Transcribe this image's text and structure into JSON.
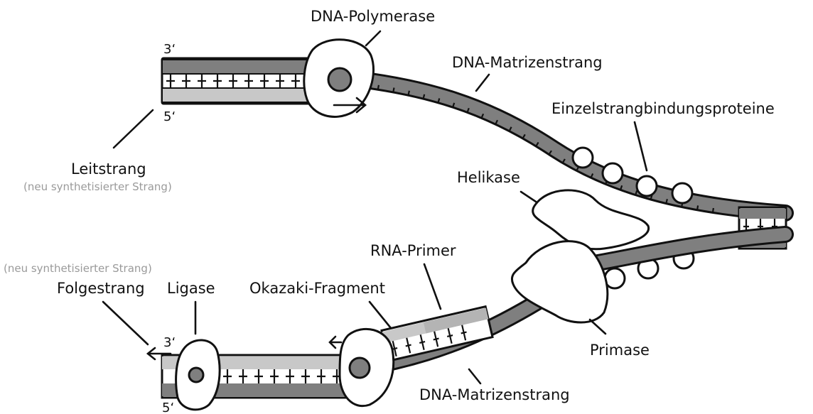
{
  "colors": {
    "strand_dark": "#7f7f7f",
    "strand_light": "#c8c8c8",
    "enzyme_fill": "#ffffff",
    "outline": "#111111"
  },
  "labels": {
    "dna_polymerase": "DNA-Polymerase",
    "matrix_strand_top": "DNA-Matrizenstrang",
    "ssb_proteins": "Einzelstrangbindungsproteine",
    "leading_strand": "Leitstrang",
    "leading_strand_note": "(neu synthetisierter Strang)",
    "helicase": "Helikase",
    "lagging_strand_note": "(neu synthetisierter Strang)",
    "lagging_strand": "Folgestrang",
    "ligase": "Ligase",
    "okazaki_fragment": "Okazaki-Fragment",
    "rna_primer": "RNA-Primer",
    "primase": "Primase",
    "matrix_strand_bottom": "DNA-Matrizenstrang",
    "end_3_top": "3‘",
    "end_5_top": "5‘",
    "end_3_bottom": "3‘",
    "end_5_bottom": "5‘"
  }
}
